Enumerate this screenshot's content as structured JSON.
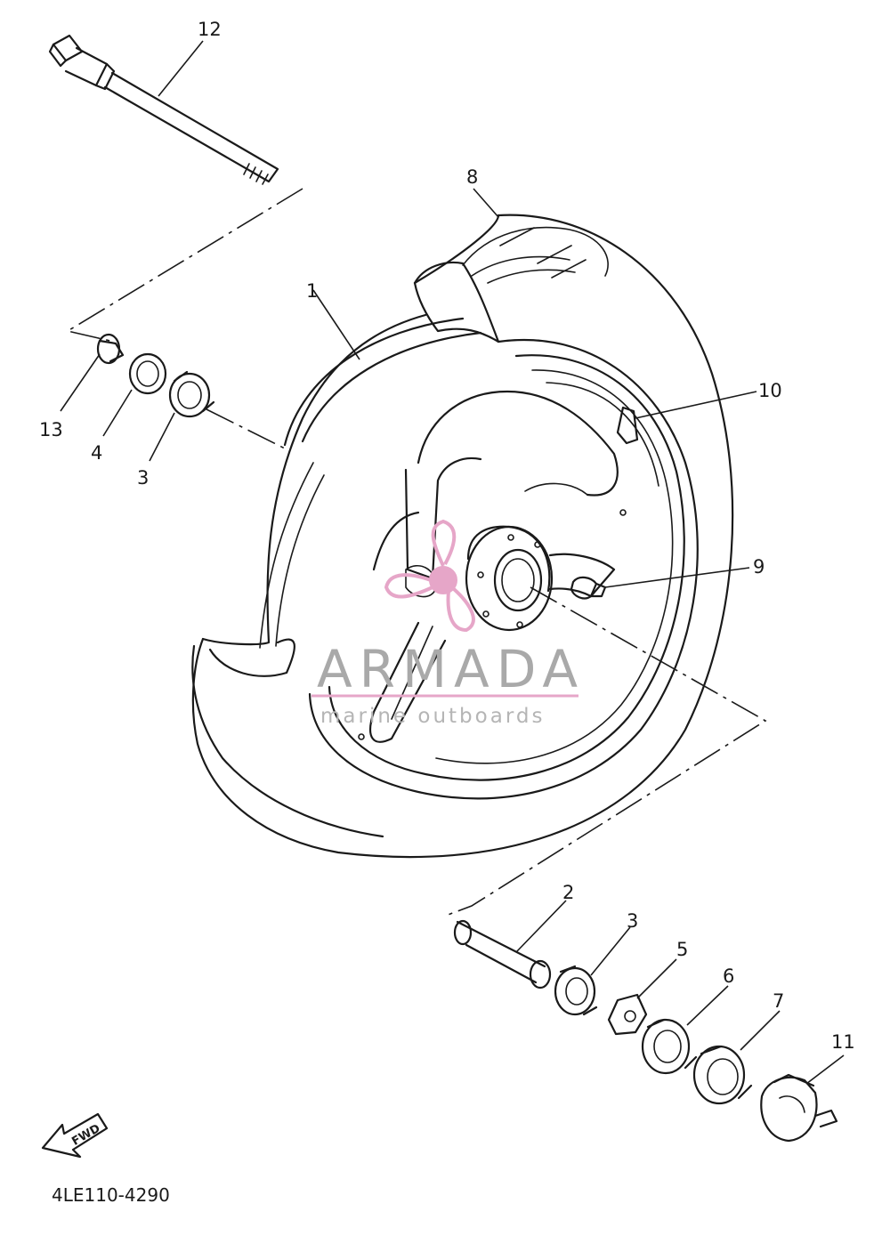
{
  "diagram": {
    "part_code": "4LE110-4290",
    "fwd_label": "FWD",
    "callouts": {
      "c1": "1",
      "c2": "2",
      "c3a": "3",
      "c3b": "3",
      "c4": "4",
      "c5": "5",
      "c6": "6",
      "c7": "7",
      "c8": "8",
      "c9": "9",
      "c10": "10",
      "c11": "11",
      "c12": "12",
      "c13": "13"
    }
  },
  "watermark": {
    "name": "ARMADA",
    "tagline": "marine outboards",
    "accent_color": "#e6a6c8",
    "text_color": "#a9a9a9"
  }
}
